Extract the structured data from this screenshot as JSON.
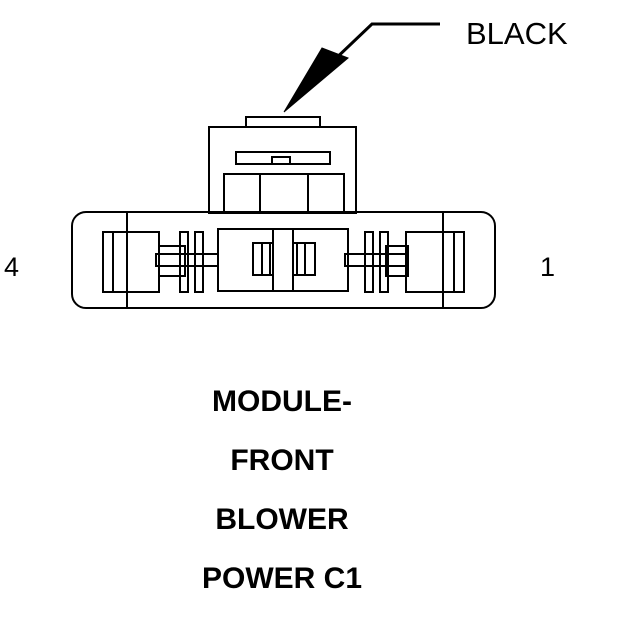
{
  "connector": {
    "color_label": "BLACK",
    "pin_left": "4",
    "pin_right": "1",
    "title_lines": [
      "MODULE-",
      "FRONT",
      "BLOWER",
      "POWER C1"
    ]
  },
  "colors": {
    "line": "#000000",
    "background": "#ffffff"
  }
}
